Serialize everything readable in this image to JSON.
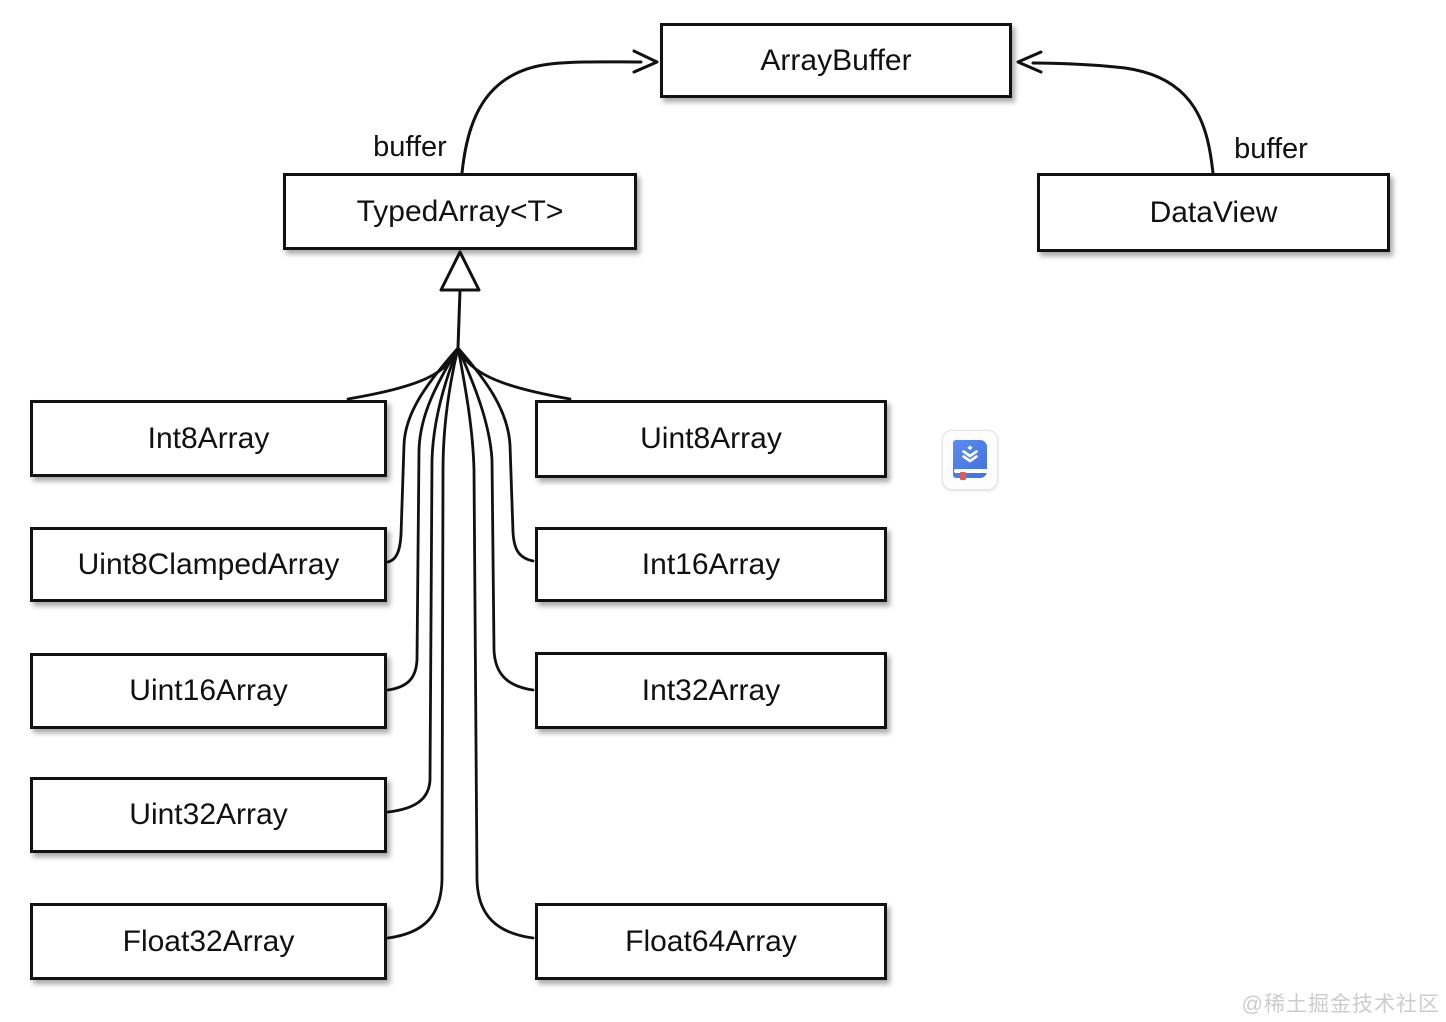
{
  "nodes": {
    "arraybuffer": {
      "label": "ArrayBuffer"
    },
    "typedarray": {
      "label": "TypedArray<T>"
    },
    "dataview": {
      "label": "DataView"
    },
    "int8array": {
      "label": "Int8Array"
    },
    "uint8array": {
      "label": "Uint8Array"
    },
    "uint8clampedarray": {
      "label": "Uint8ClampedArray"
    },
    "int16array": {
      "label": "Int16Array"
    },
    "uint16array": {
      "label": "Uint16Array"
    },
    "int32array": {
      "label": "Int32Array"
    },
    "uint32array": {
      "label": "Uint32Array"
    },
    "float32array": {
      "label": "Float32Array"
    },
    "float64array": {
      "label": "Float64Array"
    }
  },
  "edge_labels": {
    "typedarray_to_arraybuffer": "buffer",
    "dataview_to_arraybuffer": "buffer"
  },
  "edges": [
    {
      "from": "TypedArray<T>",
      "to": "ArrayBuffer",
      "label": "buffer",
      "type": "reference-arrow"
    },
    {
      "from": "DataView",
      "to": "ArrayBuffer",
      "label": "buffer",
      "type": "reference-arrow"
    },
    {
      "from": "Int8Array",
      "to": "TypedArray<T>",
      "type": "generalization"
    },
    {
      "from": "Uint8Array",
      "to": "TypedArray<T>",
      "type": "generalization"
    },
    {
      "from": "Uint8ClampedArray",
      "to": "TypedArray<T>",
      "type": "generalization"
    },
    {
      "from": "Int16Array",
      "to": "TypedArray<T>",
      "type": "generalization"
    },
    {
      "from": "Uint16Array",
      "to": "TypedArray<T>",
      "type": "generalization"
    },
    {
      "from": "Int32Array",
      "to": "TypedArray<T>",
      "type": "generalization"
    },
    {
      "from": "Uint32Array",
      "to": "TypedArray<T>",
      "type": "generalization"
    },
    {
      "from": "Float32Array",
      "to": "TypedArray<T>",
      "type": "generalization"
    },
    {
      "from": "Float64Array",
      "to": "TypedArray<T>",
      "type": "generalization"
    }
  ],
  "overlay_icon": "blue-book-dictionary-extension-icon",
  "watermark": {
    "text": "@稀土掘金技术社区"
  },
  "colors": {
    "background": "#ffffff",
    "node_fill": "#ffffff",
    "stroke": "#111111",
    "shadow": "rgba(0,0,0,0.35)",
    "icon_book_blue": "#4b7de6",
    "icon_bookmark_red": "#e15b5b",
    "watermark_gray": "#cccccc"
  }
}
